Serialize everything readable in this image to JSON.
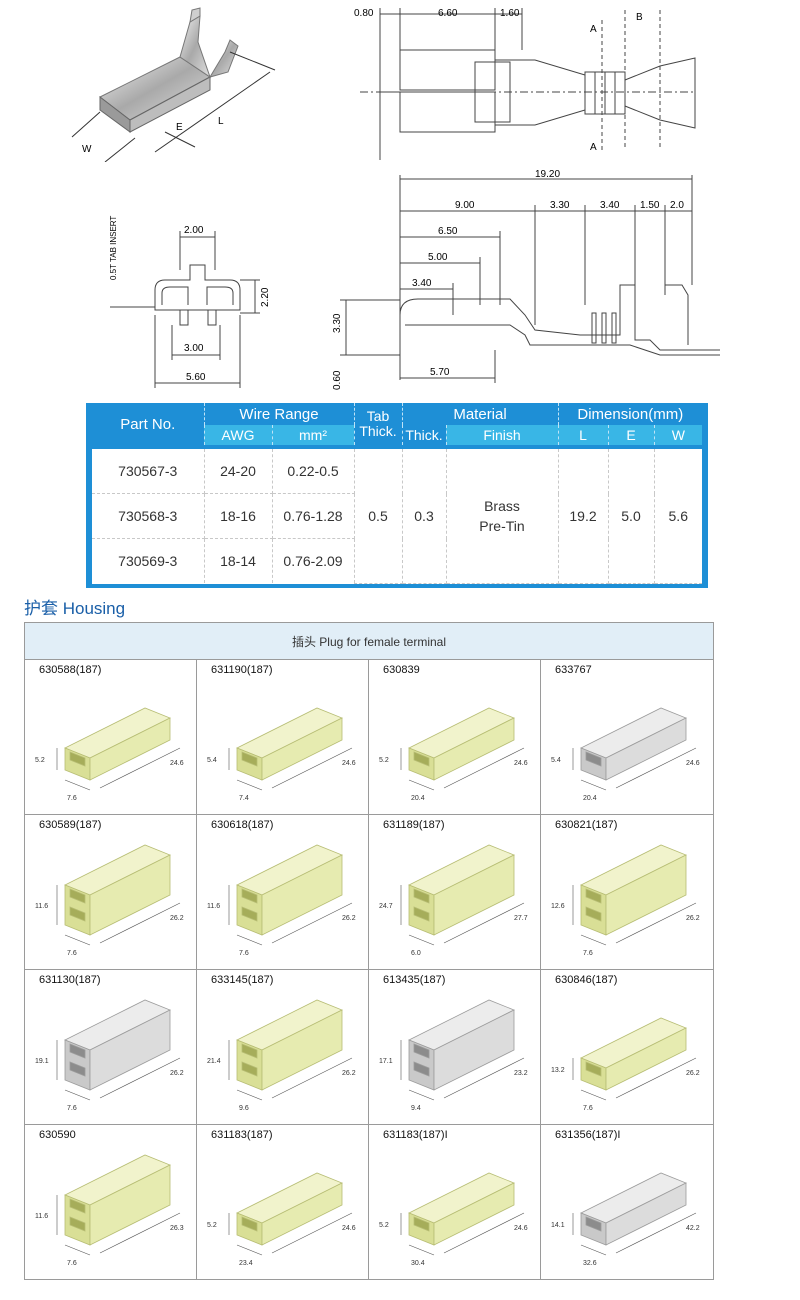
{
  "drawings": {
    "photo_labels": {
      "w": "W",
      "e": "E",
      "l": "L"
    },
    "top_view": {
      "dims_top": [
        "0.80",
        "6.60",
        "1.60"
      ],
      "section_a": "A",
      "section_b": "B"
    },
    "front_view": {
      "tab_insert": "0.5T TAB INSERT",
      "d_top": "2.00",
      "d_right": "2.20",
      "d_inner": "3.00",
      "d_bottom": "5.60"
    },
    "side_view": {
      "overall": "19.20",
      "segments": [
        "9.00",
        "3.30",
        "3.40",
        "1.50",
        "2.0"
      ],
      "d_650": "6.50",
      "d_500": "5.00",
      "d_340": "3.40",
      "d_570": "5.70",
      "d_330": "3.30",
      "d_060": "0.60"
    }
  },
  "spec_table": {
    "headers": {
      "part_no": "Part No.",
      "wire_range": "Wire Range",
      "tab_thick": "Tab Thick.",
      "material": "Material",
      "dimension": "Dimension(mm)",
      "awg": "AWG",
      "mm2": "mm²",
      "thick": "Thick.",
      "finish": "Finish",
      "l": "L",
      "e": "E",
      "w": "W"
    },
    "rows": [
      {
        "part": "730567-3",
        "awg": "24-20",
        "mm2": "0.22-0.5"
      },
      {
        "part": "730568-3",
        "awg": "18-16",
        "mm2": "0.76-1.28"
      },
      {
        "part": "730569-3",
        "awg": "18-14",
        "mm2": "0.76-2.09"
      }
    ],
    "shared": {
      "tab_thick": "0.5",
      "thick": "0.3",
      "finish_line1": "Brass",
      "finish_line2": "Pre-Tin",
      "l": "19.2",
      "e": "5.0",
      "w": "5.6"
    }
  },
  "housing": {
    "title": "护套 Housing",
    "header": "插头 Plug for female terminal",
    "items": [
      {
        "part": "630588(187)",
        "d1": "5.2",
        "d2": "7.6",
        "d3": "24.6"
      },
      {
        "part": "631190(187)",
        "d1": "5.4",
        "d2": "7.4",
        "d3": "24.6"
      },
      {
        "part": "630839",
        "d1": "5.2",
        "d2": "20.4",
        "d3": "24.6"
      },
      {
        "part": "633767",
        "d1": "5.4",
        "d2": "20.4",
        "d3": "24.6"
      },
      {
        "part": "630589(187)",
        "d1": "11.6",
        "d2": "7.6",
        "d3": "26.2"
      },
      {
        "part": "630618(187)",
        "d1": "11.6",
        "d2": "7.6",
        "d3": "26.2"
      },
      {
        "part": "631189(187)",
        "d1": "24.7",
        "d2": "6.0",
        "d3": "27.7"
      },
      {
        "part": "630821(187)",
        "d1": "12.6",
        "d2": "7.6",
        "d3": "26.2"
      },
      {
        "part": "631130(187)",
        "d1": "19.1",
        "d2": "7.6",
        "d3": "26.2"
      },
      {
        "part": "633145(187)",
        "d1": "21.4",
        "d2": "9.6",
        "d3": "26.2"
      },
      {
        "part": "613435(187)",
        "d1": "17.1",
        "d2": "9.4",
        "d3": "23.2"
      },
      {
        "part": "630846(187)",
        "d1": "13.2",
        "d2": "7.6",
        "d3": "26.2"
      },
      {
        "part": "630590",
        "d1": "11.6",
        "d2": "7.6",
        "d3": "26.3"
      },
      {
        "part": "631183(187)",
        "d1": "5.2",
        "d2": "23.4",
        "d3": "24.6"
      },
      {
        "part": "631183(187)I",
        "d1": "5.2",
        "d2": "30.4",
        "d3": "24.6"
      },
      {
        "part": "631356(187)I",
        "d1": "14.1",
        "d2": "32.6",
        "d3": "42.2"
      }
    ]
  },
  "colors": {
    "table_blue": "#1e8fd6",
    "table_light_blue": "#39b6e6",
    "housing_yellow": "#e9eeb8",
    "housing_gray": "#d9d9d9",
    "title_blue": "#1a5fa8"
  }
}
